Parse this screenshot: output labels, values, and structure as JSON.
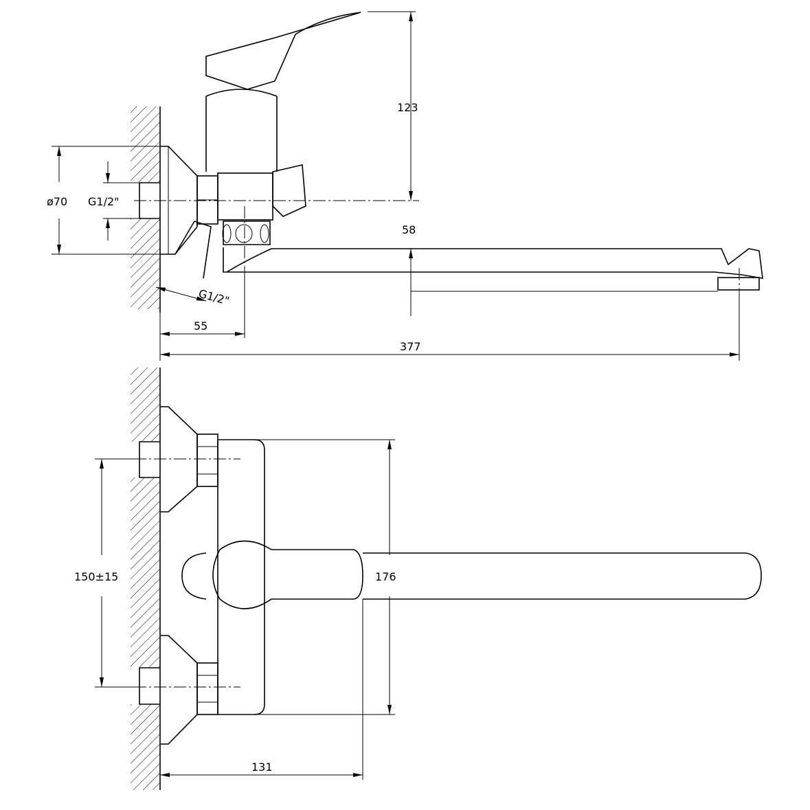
{
  "drawing": {
    "side_view": {
      "dim_height_handle": "123",
      "dim_spout_height": "58",
      "dim_flange_diameter": "ø70",
      "dim_thread_inlet": "G1/2\"",
      "dim_thread_outlet": "G1/2\"",
      "dim_wall_to_axis": "55",
      "dim_total_length": "377"
    },
    "top_view": {
      "dim_inlet_spacing": "150±15",
      "dim_body_height": "176",
      "dim_wall_to_handle": "131"
    },
    "colors": {
      "line": "#000000",
      "background": "#ffffff"
    }
  }
}
